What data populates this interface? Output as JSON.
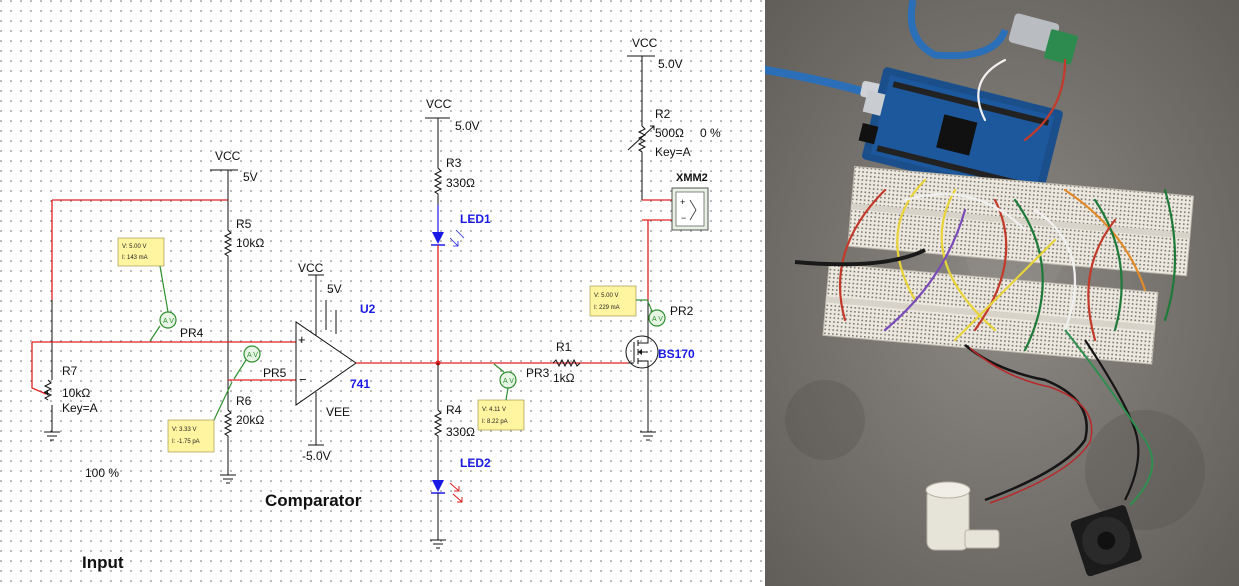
{
  "schematic": {
    "titles": {
      "input": "Input",
      "comparator": "Comparator"
    },
    "vcc": [
      {
        "name": "VCC",
        "value": "5V"
      },
      {
        "name": "VCC",
        "value": "5V"
      },
      {
        "name": "VCC",
        "value": "5.0V"
      },
      {
        "name": "VCC",
        "value": "5.0V"
      }
    ],
    "components": {
      "r7": {
        "name": "R7",
        "value": "10kΩ",
        "key": "Key=A",
        "percent": "100 %"
      },
      "r5": {
        "name": "R5",
        "value": "10kΩ"
      },
      "r6": {
        "name": "R6",
        "value": "20kΩ"
      },
      "u2": {
        "name": "U2",
        "model": "741",
        "vee": "VEE",
        "vee_value": "-5.0V"
      },
      "r3": {
        "name": "R3",
        "value": "330Ω"
      },
      "r4": {
        "name": "R4",
        "value": "330Ω"
      },
      "led1": {
        "name": "LED1"
      },
      "led2": {
        "name": "LED2"
      },
      "r1": {
        "name": "R1",
        "value": "1kΩ"
      },
      "r2": {
        "name": "R2",
        "value": "500Ω",
        "percent": "0 %",
        "key": "Key=A"
      },
      "xmm2": {
        "name": "XMM2"
      },
      "mosfet": {
        "name": "BS170"
      }
    },
    "probes": {
      "pr4": {
        "name": "PR4",
        "v": "V: 5.00 V",
        "i": "I: 143 mA"
      },
      "pr5": {
        "name": "PR5",
        "v": "V: 3.33 V",
        "i": "I: -1.75 pA"
      },
      "pr3": {
        "name": "PR3",
        "v": "V: 4.11 V",
        "i": "I: 8.22 pA"
      },
      "pr2": {
        "name": "PR2",
        "v": "V: 5.00 V",
        "i": "I: 229 mA"
      }
    }
  },
  "photo": {
    "description_label": "breadboard-prototype-photo"
  }
}
